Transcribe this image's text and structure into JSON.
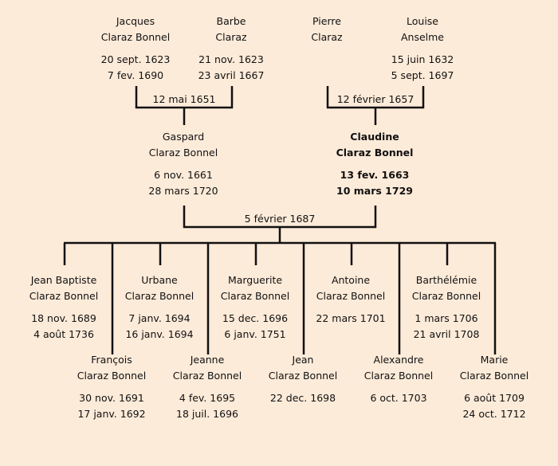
{
  "grandparents": {
    "paternal": [
      {
        "first": "Jacques",
        "last": "Claraz Bonnel",
        "birth": "20 sept. 1623",
        "death": "7 fev. 1690"
      },
      {
        "first": "Barbe",
        "last": "Claraz",
        "birth": "21 nov. 1623",
        "death": "23 avril 1667"
      }
    ],
    "paternal_marriage": "12 mai 1651",
    "maternal": [
      {
        "first": "Pierre",
        "last": "Claraz",
        "birth": "",
        "death": ""
      },
      {
        "first": "Louise",
        "last": "Anselme",
        "birth": "15 juin 1632",
        "death": "5 sept. 1697"
      }
    ],
    "maternal_marriage": "12 février 1657"
  },
  "parents": [
    {
      "first": "Gaspard",
      "last": "Claraz Bonnel",
      "birth": "6 nov. 1661",
      "death": "28 mars 1720"
    },
    {
      "first": "Claudine",
      "last": "Claraz Bonnel",
      "birth": "13 fev. 1663",
      "death": "10 mars 1729",
      "highlighted": true
    }
  ],
  "parents_marriage": "5 février 1687",
  "children_row1": [
    {
      "first": "Jean Baptiste",
      "last": "Claraz Bonnel",
      "birth": "18 nov. 1689",
      "death": "4 août 1736"
    },
    {
      "first": "Urbane",
      "last": "Claraz Bonnel",
      "birth": "7 janv. 1694",
      "death": "16 janv. 1694"
    },
    {
      "first": "Marguerite",
      "last": "Claraz Bonnel",
      "birth": "15 dec. 1696",
      "death": "6 janv. 1751"
    },
    {
      "first": "Antoine",
      "last": "Claraz Bonnel",
      "birth": "22 mars 1701",
      "death": ""
    },
    {
      "first": "Barthélémie",
      "last": "Claraz Bonnel",
      "birth": "1 mars 1706",
      "death": "21 avril 1708"
    }
  ],
  "children_row2": [
    {
      "first": "François",
      "last": "Claraz Bonnel",
      "birth": "30 nov. 1691",
      "death": "17 janv. 1692"
    },
    {
      "first": "Jeanne",
      "last": "Claraz Bonnel",
      "birth": "4 fev. 1695",
      "death": "18 juil. 1696"
    },
    {
      "first": "Jean",
      "last": "Claraz Bonnel",
      "birth": "22 dec. 1698",
      "death": ""
    },
    {
      "first": "Alexandre",
      "last": "Claraz Bonnel",
      "birth": "6 oct. 1703",
      "death": ""
    },
    {
      "first": "Marie",
      "last": "Claraz Bonnel",
      "birth": "6 août 1709",
      "death": "24 oct. 1712"
    }
  ],
  "colors": {
    "background": "#fdebd9",
    "line": "#111111"
  }
}
